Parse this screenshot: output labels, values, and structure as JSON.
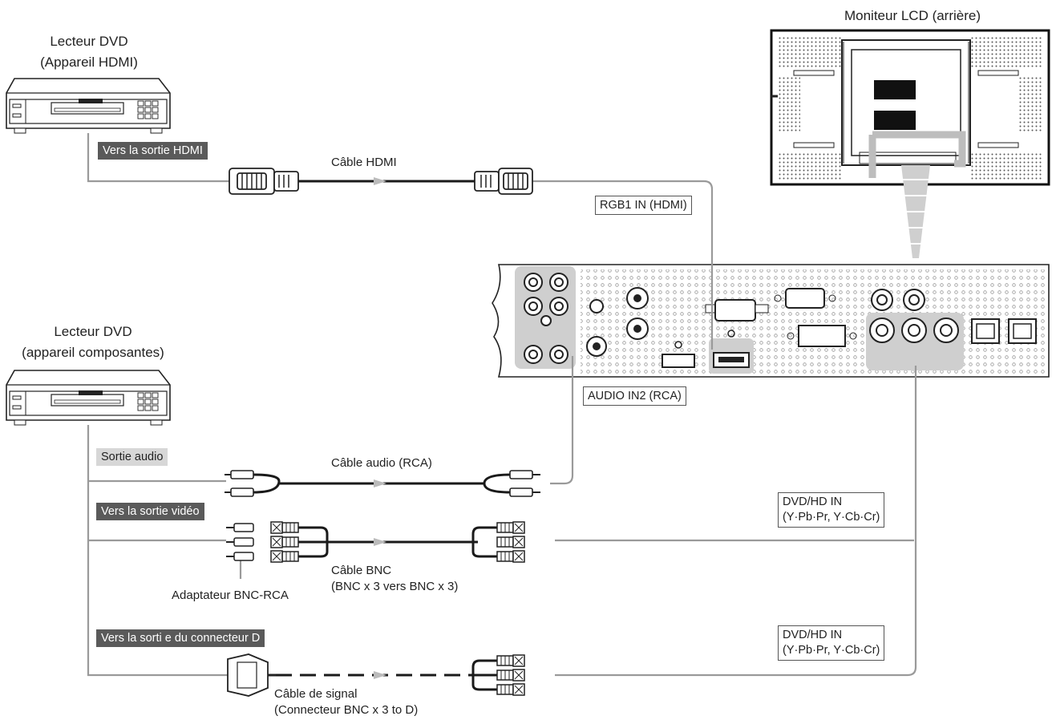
{
  "monitor": {
    "title": "Moniteur LCD (arrière)"
  },
  "devices": {
    "hdmi_player": {
      "name_line1": "Lecteur DVD",
      "name_line2": "(Appareil HDMI)"
    },
    "component_player": {
      "name_line1": "Lecteur DVD",
      "name_line2": "(appareil composantes)"
    }
  },
  "outputs": {
    "hdmi_out": "Vers la sortie HDMI",
    "audio_out": "Sortie audio",
    "video_out": "Vers la sortie vidéo",
    "d_connector_out": "Vers la sorti e du connecteur D"
  },
  "cables": {
    "hdmi": "Câble HDMI",
    "audio": "Câble audio (RCA)",
    "bnc_line1": "Câble BNC",
    "bnc_line2": "(BNC x 3 vers BNC x 3)",
    "signal_line1": "Câble de signal",
    "signal_line2": "(Connecteur BNC x 3 to D)",
    "adapter": "Adaptateur BNC-RCA"
  },
  "inputs": {
    "rgb1": "RGB1 IN (HDMI)",
    "audio_in2": "AUDIO IN2 (RCA)",
    "dvd_hd_1_line1": "DVD/HD IN",
    "dvd_hd_1_line2": "(Y·Pb·Pr, Y·Cb·Cr)",
    "dvd_hd_2_line1": "DVD/HD IN",
    "dvd_hd_2_line2": "(Y·Pb·Pr, Y·Cb·Cr)"
  },
  "colors": {
    "line": "#9a9a9a",
    "cable": "#1a1a1a",
    "highlight": "#cfcfcf",
    "dark_tag": "#5a5a5a",
    "light_tag": "#d7d7d7"
  }
}
